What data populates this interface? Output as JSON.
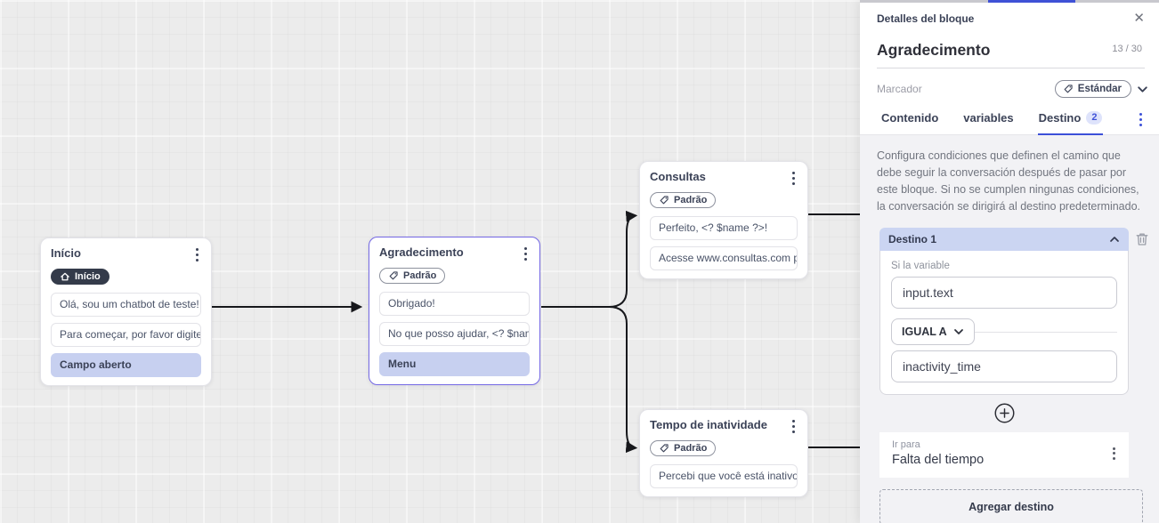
{
  "canvas": {
    "nodes": {
      "inicio": {
        "title": "Início",
        "badge": "Início",
        "rows": [
          "Olá, sou um chatbot de teste!",
          "Para começar, por favor digite o ...",
          "Campo aberto"
        ]
      },
      "agradecimento": {
        "title": "Agradecimento",
        "badge": "Padrão",
        "rows": [
          "Obrigado!",
          "No que posso ajudar, <? $name ...",
          "Menu"
        ]
      },
      "consultas": {
        "title": "Consultas",
        "badge": "Padrão",
        "rows": [
          "Perfeito, <? $name ?>!",
          "Acesse www.consultas.com par..."
        ]
      },
      "tempo": {
        "title": "Tempo de inatividade",
        "badge": "Padrão",
        "rows": [
          "Percebi que você está inativo. C..."
        ]
      }
    }
  },
  "panel": {
    "title": "Detalles del bloque",
    "name": {
      "value": "Agradecimento",
      "counter": "13 / 30"
    },
    "marcador": {
      "label": "Marcador",
      "value": "Estándar"
    },
    "tabs": {
      "contenido": "Contenido",
      "variables": "variables",
      "destino": "Destino",
      "destino_badge": "2"
    },
    "description": "Configura condiciones que definen el camino que debe seguir la conversación después de pasar por este bloque. Si no se cumplen ningunas condiciones, la conversación se dirigirá al destino predeterminado.",
    "destino1": {
      "header": "Destino 1",
      "variable_label": "Si la variable",
      "variable_value": "input.text",
      "operator": "IGUAL A",
      "value": "inactivity_time",
      "goto_label": "Ir para",
      "goto_value": "Falta del tiempo"
    },
    "add_destination": "Agregar destino"
  },
  "colors": {
    "accent": "#3c50d8",
    "selected_node_border": "#7468e4",
    "highlighted_row": "#c7d0f0",
    "destino_header": "#cbd5f2",
    "edge": "#17181c"
  }
}
